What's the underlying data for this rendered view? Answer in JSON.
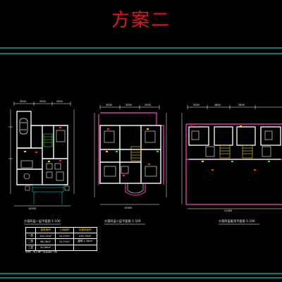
{
  "title": "方案二",
  "colors": {
    "background": "#000000",
    "title": "#e8121a",
    "frame": "#00c8c8",
    "wall": "#ffffff",
    "magenta": "#ff3dcc",
    "yellow": "#ffd400",
    "green": "#33dd33",
    "red": "#ff2a2a"
  },
  "plans": [
    {
      "label": "方案四层一层平面图  1:100"
    },
    {
      "label": "方案四层二层平面图  1:100"
    },
    {
      "label": "方案四层屋顶平面图  1:100"
    }
  ],
  "table": {
    "headers": [
      "",
      "建筑面积",
      "占地面积",
      "总建筑面积"
    ],
    "rows": [
      [
        "一层",
        "120.17m²",
        "12.57m²",
        "235.79m²"
      ],
      [
        "二层",
        "96.76m²",
        "12.57m²",
        "建筑 1.18m²"
      ],
      [
        "三层",
        "20.00m²",
        "",
        ""
      ]
    ]
  },
  "note": "说明：本方案一层层高3.3米"
}
